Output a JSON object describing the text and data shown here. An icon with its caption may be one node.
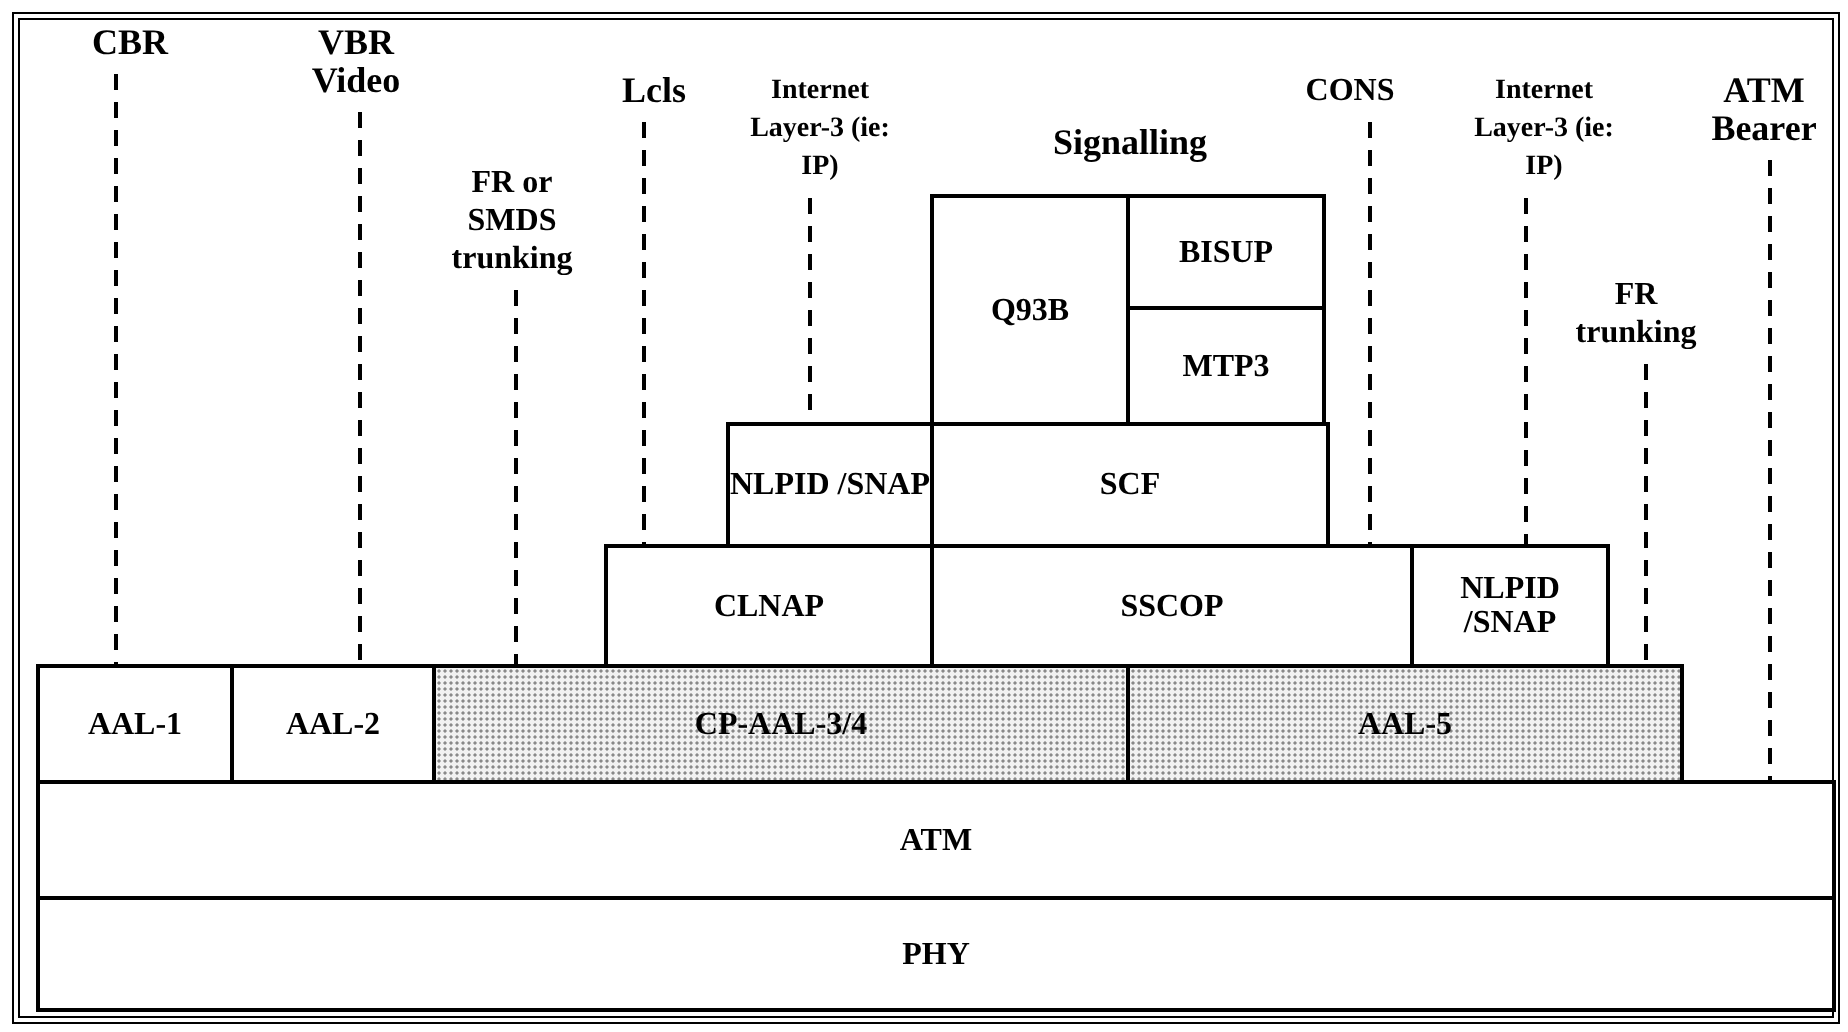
{
  "diagram": {
    "nodes": [
      {
        "text": [
          "CBR"
        ]
      },
      {
        "text": [
          "VBR Video"
        ]
      },
      {
        "text": [
          "FR or SMDS trunking"
        ]
      },
      {
        "text": [
          "Lcls"
        ]
      },
      {
        "text": [
          "Internet Layer-3 (ie: IP)"
        ]
      },
      {
        "text": [
          "CONS"
        ]
      },
      {
        "text": [
          "Internet Layer-3 (ie: IP)"
        ]
      },
      {
        "text": [
          "FR trunking"
        ]
      },
      {
        "text": [
          "ATM Bearer"
        ]
      },
      {
        "text": [
          "Q93B"
        ]
      },
      {
        "text": [
          "BISUP"
        ]
      },
      {
        "text": [
          "MTP3"
        ]
      },
      {
        "text": [
          "NLPID /SNAP"
        ]
      },
      {
        "text": [
          "SCF"
        ]
      },
      {
        "text": [
          "CLNAP"
        ]
      },
      {
        "text": [
          "SSCOP"
        ]
      },
      {
        "text": [
          "NLPID /SNAP"
        ]
      },
      {
        "text": [
          "AAL-1"
        ]
      },
      {
        "text": [
          "AAL-2"
        ]
      },
      {
        "text": [
          "CP-AAL-3/4"
        ]
      },
      {
        "text": [
          "AAL-5"
        ]
      },
      {
        "text": [
          "ATM"
        ]
      },
      {
        "text": [
          "PHY"
        ]
      }
    ],
    "edges": [
      {
        "from": 0,
        "to": 17,
        "arrow": "none",
        "style": "dashed"
      },
      {
        "from": 1,
        "to": 18,
        "arrow": "none",
        "style": "dashed"
      },
      {
        "from": 2,
        "to": 19,
        "arrow": "none",
        "style": "dashed"
      },
      {
        "from": 3,
        "to": 14,
        "arrow": "none",
        "style": "dashed"
      },
      {
        "from": 4,
        "to": 12,
        "arrow": "none",
        "style": "dashed"
      },
      {
        "from": 5,
        "to": 15,
        "arrow": "none",
        "style": "dashed"
      },
      {
        "from": 6,
        "to": 16,
        "arrow": "none",
        "style": "dashed"
      },
      {
        "from": 7,
        "to": 20,
        "arrow": "none",
        "style": "dashed"
      },
      {
        "from": 8,
        "to": 21,
        "arrow": "none",
        "style": "dashed"
      }
    ],
    "labels": [
      "Signalling"
    ]
  }
}
